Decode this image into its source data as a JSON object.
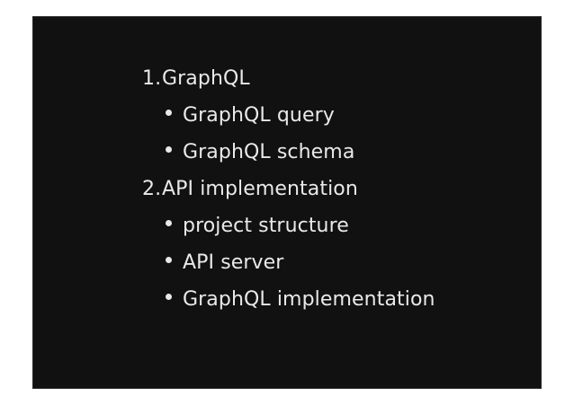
{
  "slide": {
    "background_color": "#111111",
    "page_background_color": "#ffffff",
    "text_color": "#e9e9e9",
    "border_color": "#2a2a2a",
    "outline": [
      {
        "type": "numbered",
        "marker": "1.",
        "label": "GraphQL",
        "children": [
          {
            "type": "bullet",
            "marker": "•",
            "label": "GraphQL query"
          },
          {
            "type": "bullet",
            "marker": "•",
            "label": "GraphQL schema"
          }
        ]
      },
      {
        "type": "numbered",
        "marker": "2.",
        "label": "API implementation",
        "children": [
          {
            "type": "bullet",
            "marker": "•",
            "label": "project structure"
          },
          {
            "type": "bullet",
            "marker": "•",
            "label": "API server"
          },
          {
            "type": "bullet",
            "marker": "•",
            "label": "GraphQL implementation"
          }
        ]
      }
    ]
  }
}
